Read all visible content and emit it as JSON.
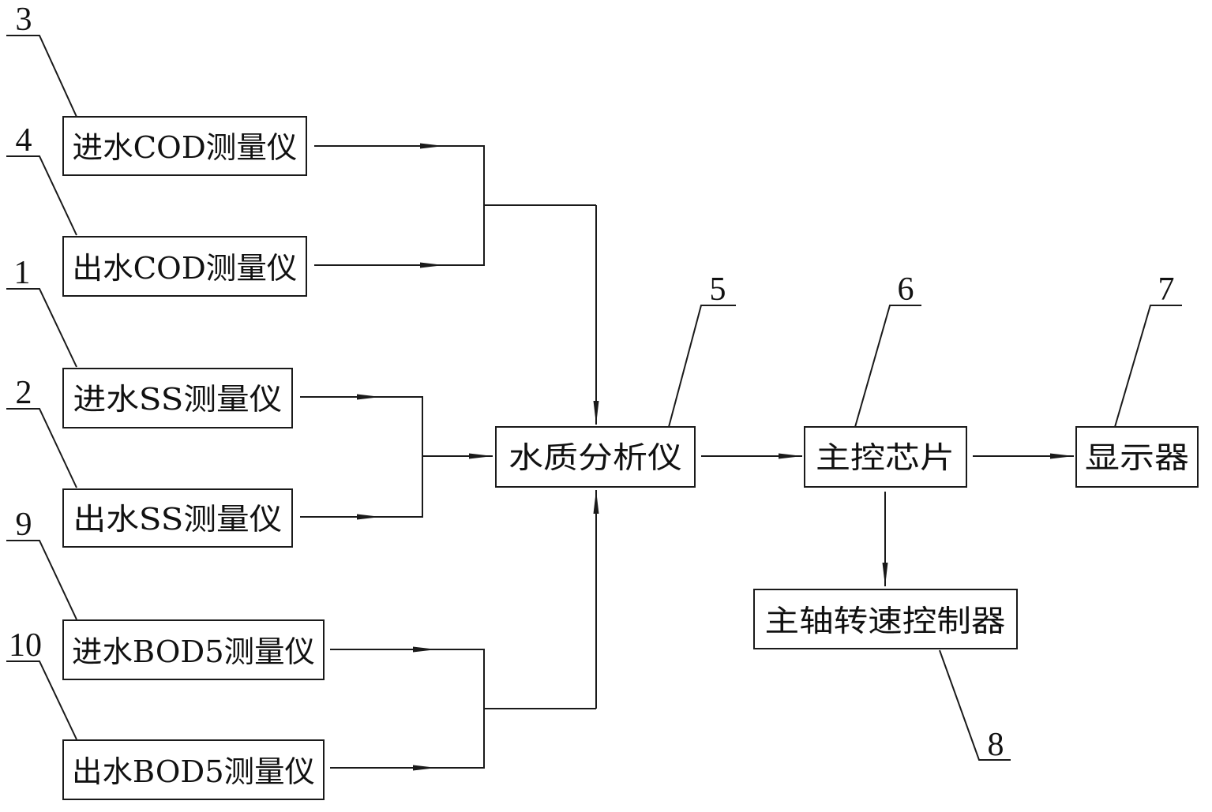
{
  "boxes": {
    "in_cod": "进水COD测量仪",
    "out_cod": "出水COD测量仪",
    "in_ss": "进水SS测量仪",
    "out_ss": "出水SS测量仪",
    "in_bod5": "进水BOD5测量仪",
    "out_bod5": "出水BOD5测量仪",
    "analyzer": "水质分析仪",
    "main_chip": "主控芯片",
    "display": "显示器",
    "spindle_controller": "主轴转速控制器"
  },
  "labels": {
    "in_cod": "3",
    "out_cod": "4",
    "in_ss": "1",
    "out_ss": "2",
    "in_bod5": "9",
    "out_bod5": "10",
    "analyzer": "5",
    "main_chip": "6",
    "display": "7",
    "spindle_controller": "8"
  }
}
